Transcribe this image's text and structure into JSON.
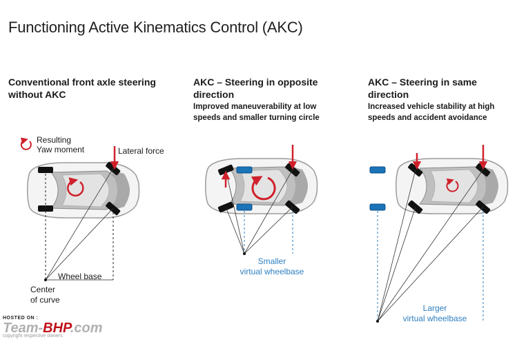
{
  "title": "Functioning Active Kinematics Control (AKC)",
  "columns": [
    {
      "heading_line1": "Conventional front axle steering",
      "heading_line2": "without AKC",
      "sub_line1": "",
      "sub_line2": "",
      "labels": {
        "yaw_line1": "Resulting",
        "yaw_line2": "Yaw moment",
        "lateral": "Lateral force",
        "wheelbase": "Wheel base",
        "center_line1": "Center",
        "center_line2": "of curve"
      }
    },
    {
      "heading_line1": "AKC – Steering in opposite",
      "heading_line2": "direction",
      "sub_line1": "Improved maneuverability at low",
      "sub_line2": "speeds and smaller turning circle",
      "labels": {
        "virtual_line1": "Smaller",
        "virtual_line2": "virtual wheelbase"
      }
    },
    {
      "heading_line1": "AKC – Steering in same",
      "heading_line2": "direction",
      "sub_line1": "Increased vehicle stability at high",
      "sub_line2": "speeds and accident avoidance",
      "labels": {
        "virtual_line1": "Larger",
        "virtual_line2": "virtual wheelbase"
      }
    }
  ],
  "watermark": {
    "hosted": "HOSTED ON :",
    "brand_a": "Team-",
    "brand_b": "BHP",
    "brand_c": ".com",
    "copyright": "copyright respective owners"
  },
  "colors": {
    "accent_red": "#d0202b",
    "virtual_blue": "#2d7fc1",
    "wheel_black": "#111111",
    "car_gray": "#c9c9c9"
  }
}
